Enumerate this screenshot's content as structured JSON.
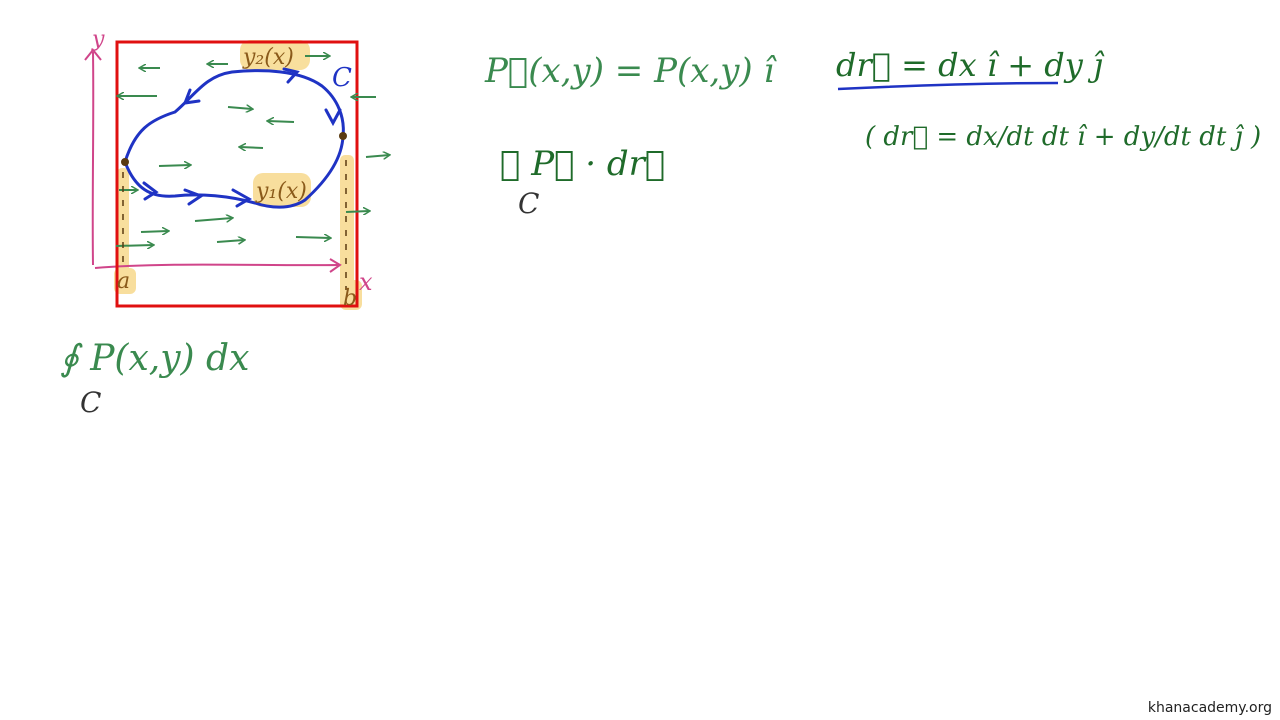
{
  "colors": {
    "green": "#3a8a4f",
    "dark_green": "#1f6b2a",
    "blue": "#1f33c4",
    "red": "#e01010",
    "pink": "#d0458a",
    "highlight": "#f7d98c",
    "dark": "#333333",
    "brown": "#5a3a10"
  },
  "diagram": {
    "y_axis_label": "y",
    "x_axis_label": "x",
    "curve_label": "C",
    "upper_label": "y₂(x)",
    "lower_label": "y₁(x)",
    "a_label": "a",
    "b_label": "b"
  },
  "equations": {
    "vector_field": "P⃗(x,y) = P(x,y) î",
    "line_integral": "∮ P⃗ · dr⃗",
    "line_integral_sub": "C",
    "dr_def": "dr⃗ = dx î + dy ĵ",
    "dr_param": "( dr⃗ = dx/dt dt î + dy/dt dt ĵ )",
    "bottom_integral": "∮ P(x,y) dx",
    "bottom_integral_sub": "C"
  },
  "footer": {
    "watermark": "khanacademy.org"
  }
}
